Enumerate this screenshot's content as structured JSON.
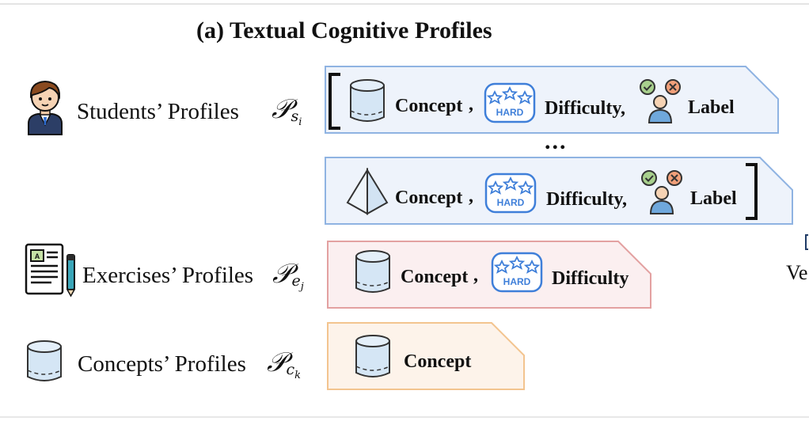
{
  "title": "(a) Textual Cognitive Profiles",
  "students": {
    "label": "Students’ Profiles",
    "symbol": "𝒫",
    "subscript": "s",
    "subsub": "i",
    "records": [
      {
        "concept": "Concept",
        "difficulty": "Difficulty,",
        "label": "Label",
        "concept_icon": "cylinder-icon"
      },
      {
        "concept": "Concept",
        "difficulty": "Difficulty,",
        "label": "Label",
        "concept_icon": "pyramid-icon"
      }
    ],
    "ellipsis": "..."
  },
  "exercises": {
    "label": "Exercises’ Profiles",
    "symbol": "𝒫",
    "subscript": "e",
    "subsub": "j",
    "concept": "Concept",
    "difficulty": "Difficulty"
  },
  "concepts": {
    "label": "Concepts’ Profiles",
    "symbol": "𝒫",
    "subscript": "c",
    "subsub": "k",
    "concept": "Concept"
  },
  "badge_text": "HARD",
  "comma": ",",
  "cutoff_text": "Ve",
  "colors": {
    "student_fill": "#eef3fb",
    "student_stroke": "#8fb3e2",
    "exercise_fill": "#fbeff0",
    "exercise_stroke": "#e3a1a1",
    "concept_fill": "#fdf3ea",
    "concept_stroke": "#f3c48f",
    "badge_blue": "#3f7fd9",
    "cylinder_fill": "#d5e6f5"
  }
}
